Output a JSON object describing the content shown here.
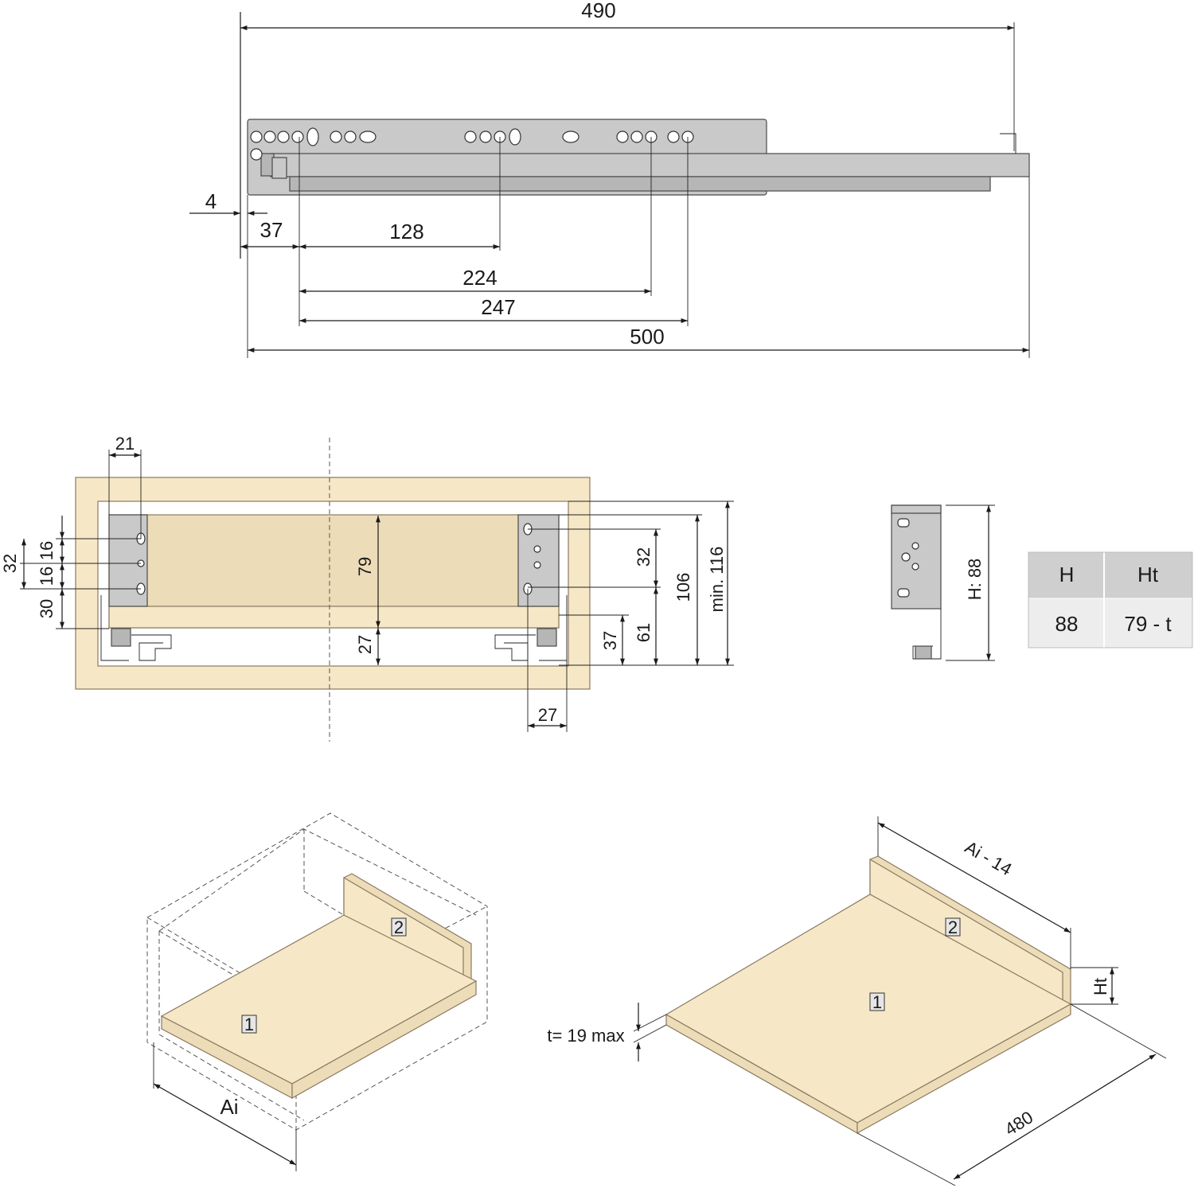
{
  "top_view": {
    "dim_490": "490",
    "dim_4": "4",
    "dim_37": "37",
    "dim_128": "128",
    "dim_224": "224",
    "dim_247": "247",
    "dim_500": "500"
  },
  "section_view": {
    "dim_21": "21",
    "dim_32_left": "32",
    "dim_16_a": "16",
    "dim_16_b": "16",
    "dim_30": "30",
    "dim_79": "79",
    "dim_27_center": "27",
    "dim_32_right": "32",
    "dim_37": "37",
    "dim_61": "61",
    "dim_106": "106",
    "dim_min116": "min. 116",
    "dim_27_bottom": "27"
  },
  "bracket_view": {
    "height_label": "H: 88"
  },
  "table": {
    "headers": [
      "H",
      "Ht"
    ],
    "row": [
      "88",
      "79 - t"
    ]
  },
  "iso_left": {
    "tag_1": "1",
    "tag_2": "2",
    "dim_ai": "Ai"
  },
  "iso_right": {
    "tag_1": "1",
    "tag_2": "2",
    "dim_ai14": "Ai - 14",
    "dim_ht": "Ht",
    "dim_t": "t= 19 max",
    "dim_480": "480"
  },
  "colors": {
    "wood": "#f6e7c6",
    "metal": "#c9c9c9",
    "table_header": "#cfcfcf",
    "table_body": "#ededed"
  }
}
